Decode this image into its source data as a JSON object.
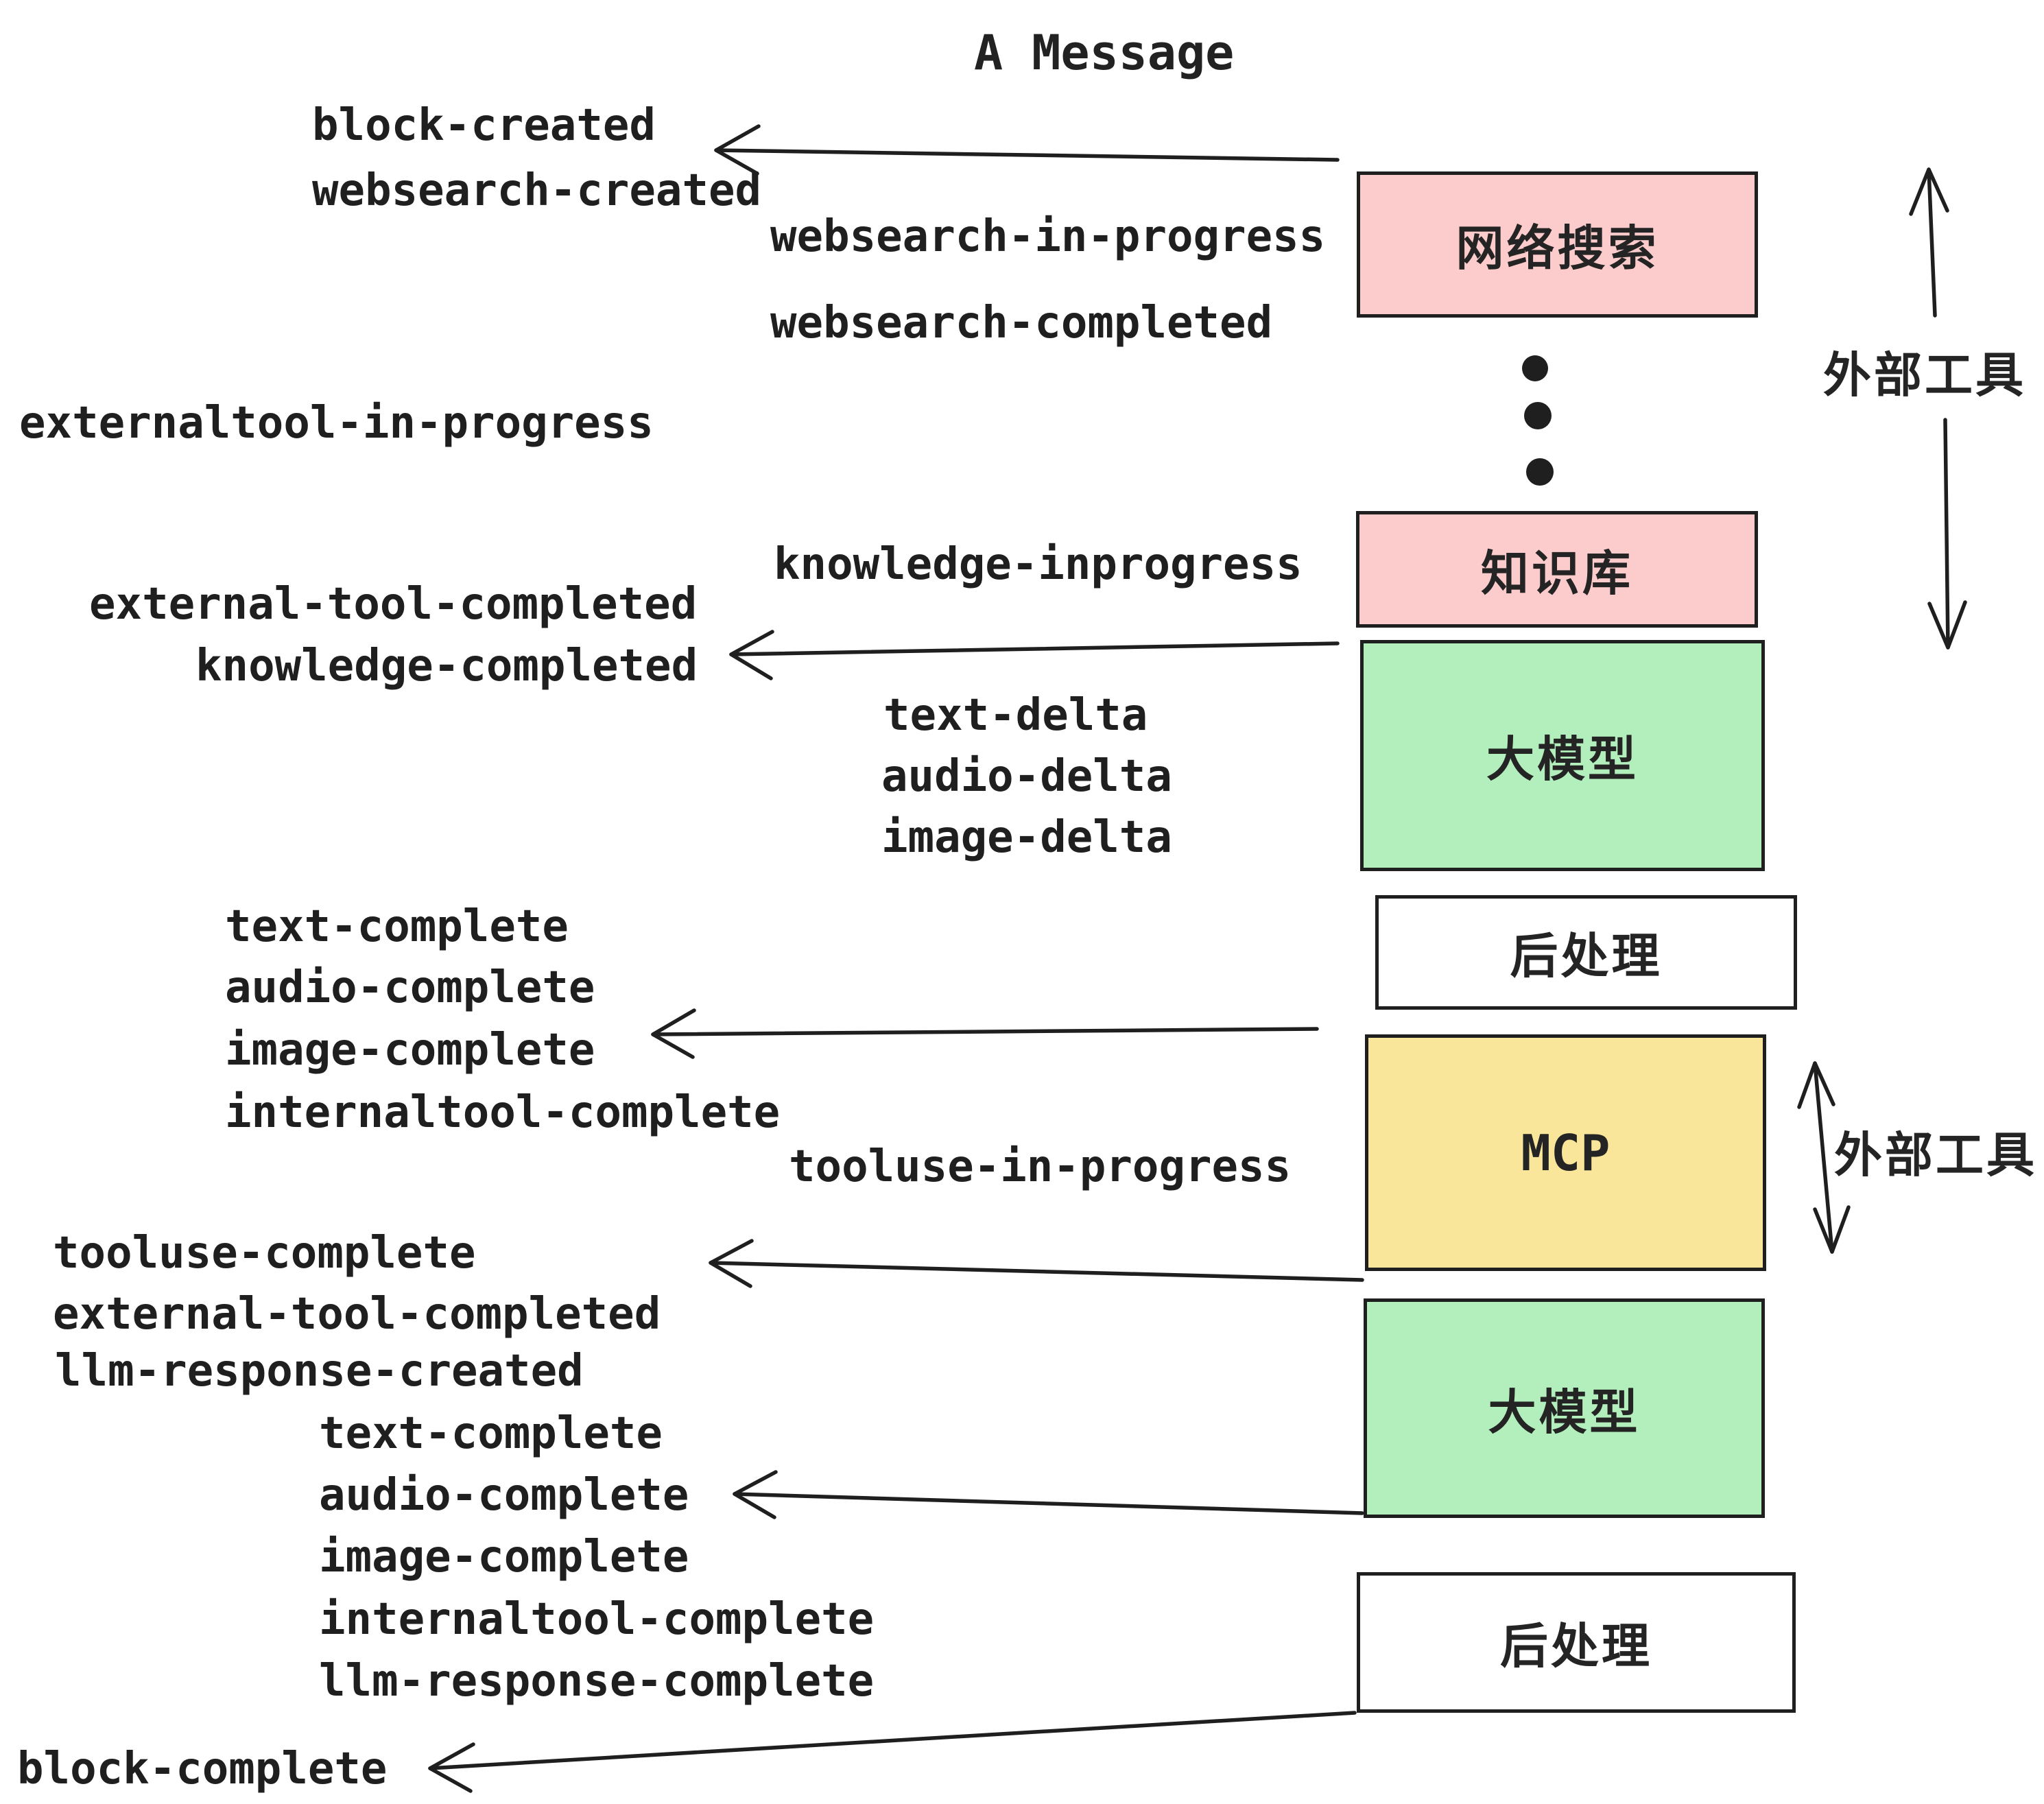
{
  "title": "A Message",
  "colors": {
    "ink": "#1f1f1f",
    "pink": "#fccbcb",
    "green": "#b2efbc",
    "yellow": "#fae69b",
    "white": "#ffffff"
  },
  "boxes": [
    {
      "label": "网络搜索",
      "color": "#fccbcb"
    },
    {
      "label": "知识库",
      "color": "#fccbcb"
    },
    {
      "label": "大模型",
      "color": "#b2efbc"
    },
    {
      "label": "后处理",
      "color": "#ffffff"
    },
    {
      "label": "MCP",
      "color": "#fae69b"
    },
    {
      "label": "大模型",
      "color": "#b2efbc"
    },
    {
      "label": "后处理",
      "color": "#ffffff"
    }
  ],
  "side_labels": [
    {
      "text": "外部工具"
    },
    {
      "text": "外部工具"
    }
  ],
  "events": [
    "block-created",
    "websearch-created",
    "websearch-in-progress",
    "websearch-completed",
    "externaltool-in-progress",
    "knowledge-inprogress",
    "external-tool-completed",
    "knowledge-completed",
    "text-delta",
    "audio-delta",
    "image-delta",
    "text-complete",
    "audio-complete",
    "image-complete",
    "internaltool-complete",
    "tooluse-in-progress",
    "tooluse-complete",
    "external-tool-completed",
    "llm-response-created",
    "text-complete",
    "audio-complete",
    "image-complete",
    "internaltool-complete",
    "llm-response-complete",
    "block-complete"
  ]
}
